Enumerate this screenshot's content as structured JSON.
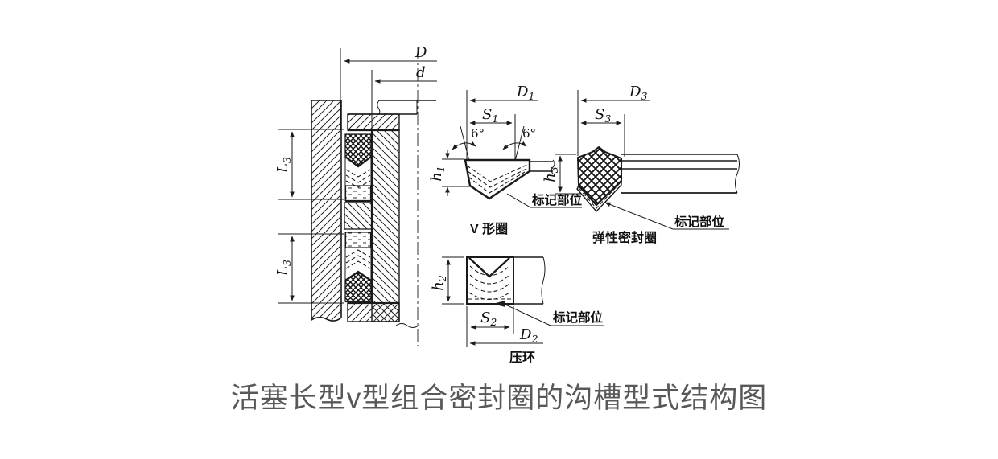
{
  "colors": {
    "line": "#1a1a1a",
    "caption_text": "#585858",
    "background": "#ffffff"
  },
  "caption": "活塞长型v型组合密封圈的沟槽型式结构图",
  "assembly": {
    "dim_D": {
      "base": "D"
    },
    "dim_d": {
      "base": "d"
    },
    "dim_L3_upper": {
      "base": "L",
      "sub": "3"
    },
    "dim_L3_lower": {
      "base": "L",
      "sub": "3"
    }
  },
  "v_ring": {
    "dim_D1": {
      "base": "D",
      "sub": "1"
    },
    "dim_S1": {
      "base": "S",
      "sub": "1"
    },
    "angle_left": "6°",
    "angle_right": "6°",
    "dim_h1": {
      "base": "h",
      "sub": "1"
    },
    "mark_label": "标记部位",
    "caption": "V 形圈"
  },
  "elastic_ring": {
    "dim_D3": {
      "base": "D",
      "sub": "3"
    },
    "dim_S3": {
      "base": "S",
      "sub": "3"
    },
    "dim_h3": {
      "base": "h",
      "sub": "3"
    },
    "mark_label": "标记部位",
    "caption": "弹性密封圈"
  },
  "pressure_ring": {
    "dim_h2": {
      "base": "h",
      "sub": "2"
    },
    "dim_S2": {
      "base": "S",
      "sub": "2"
    },
    "dim_D2": {
      "base": "D",
      "sub": "2"
    },
    "mark_label": "标记部位",
    "caption": "压环"
  }
}
